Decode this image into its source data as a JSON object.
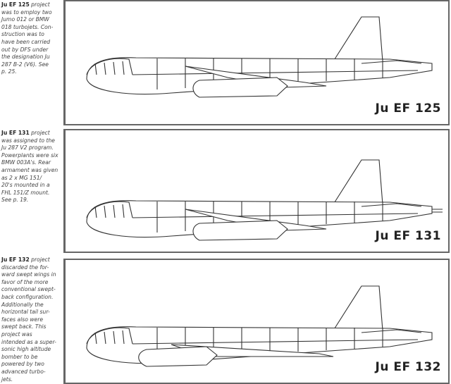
{
  "panels": [
    {
      "title": "Ju EF 125",
      "caption_lead": "Ju EF 125",
      "caption_lines": [
        "project",
        "was to employ two",
        "Jumo 012 or BMW",
        "018 turbojets. Con-",
        "struction was to",
        "have been carried",
        "out by DFS under",
        "the designation Ju",
        "287 B-2 (V6). See",
        "p. 25."
      ],
      "variant": "ef125"
    },
    {
      "title": "Ju EF 131",
      "caption_lead": "Ju EF 131",
      "caption_lines": [
        "project",
        "was assigned to the",
        "Ju 287 V2 program.",
        "Powerplants were six",
        "BMW 003A's. Rear",
        "armament was given",
        "as 2 x MG 151/",
        "20's mounted in a",
        "FHL 151/Z mount.",
        "See p. 19."
      ],
      "variant": "ef131"
    },
    {
      "title": "Ju EF 132",
      "caption_lead": "Ju EF 132",
      "caption_lines": [
        "project",
        "discarded the for-",
        "ward swept wings in",
        "favor of the more",
        "conventional swept-",
        "back configuration.",
        "Additionally the",
        "horizontal tail sur-",
        "faces also were",
        "swept back. This",
        "project was",
        "intended as a super-",
        "sonic high altitude",
        "bomber to be",
        "powered by two",
        "advanced turbo-",
        "jets."
      ],
      "variant": "ef132"
    }
  ]
}
